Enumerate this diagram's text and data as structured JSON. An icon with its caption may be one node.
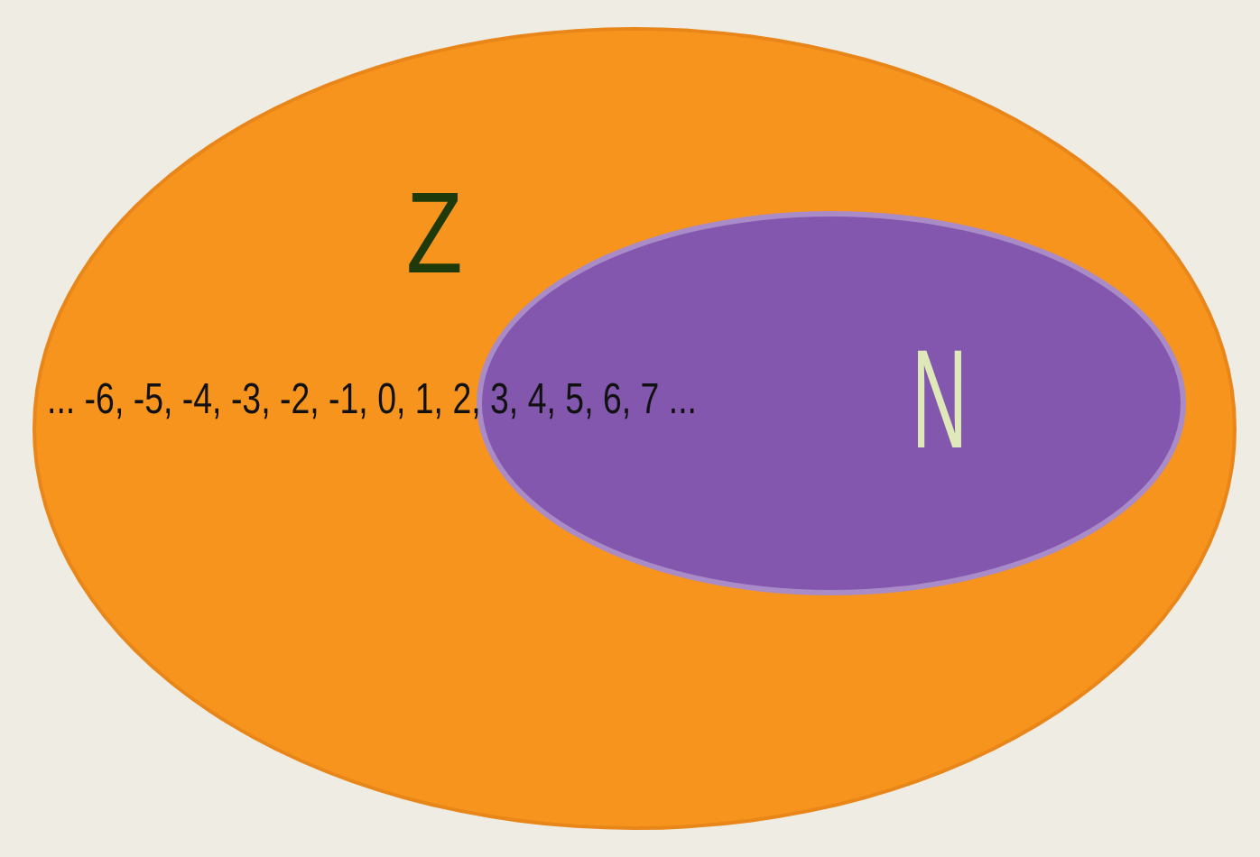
{
  "diagram": {
    "nodes": [
      {
        "text": [
          "Z"
        ]
      },
      {
        "text": [
          "N"
        ],
        "in": 0
      }
    ],
    "labels": [
      "... -6, -5, -4, -3, -2, -1, 0, 1, 2, 3, 4, 5, 6, 7 ..."
    ]
  }
}
